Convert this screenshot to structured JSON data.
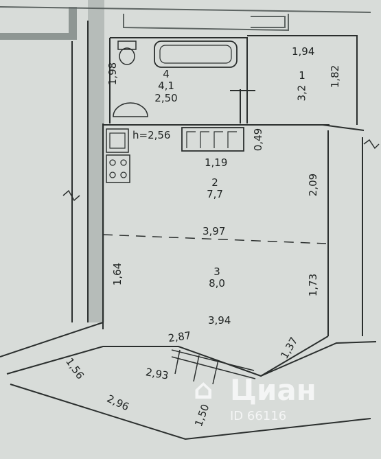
{
  "colors": {
    "paper": "#d8dcd9",
    "wall": "#8e9693",
    "line": "#2a2e2d",
    "watermark": "#ffffff"
  },
  "rooms": [
    {
      "number": "4",
      "area": "4,1",
      "extra": "2,50"
    },
    {
      "number": "1",
      "area": "3,2"
    },
    {
      "number": "2",
      "area": "7,7"
    },
    {
      "number": "3",
      "area": "8,0"
    }
  ],
  "ceiling_height": "h=2,56",
  "dimensions": {
    "d198": "1,98",
    "d194": "1,94",
    "d182": "1,82",
    "d049": "0,49",
    "d119": "1,19",
    "d209": "2,09",
    "d397": "3,97",
    "d164": "1,64",
    "d173": "1,73",
    "d394": "3,94",
    "d287": "2,87",
    "d137": "1,37",
    "d156": "1,56",
    "d293": "2,93",
    "d296": "2,96",
    "d150": "1,50"
  },
  "watermark": {
    "brand": "Циан",
    "id": "ID 66116"
  }
}
